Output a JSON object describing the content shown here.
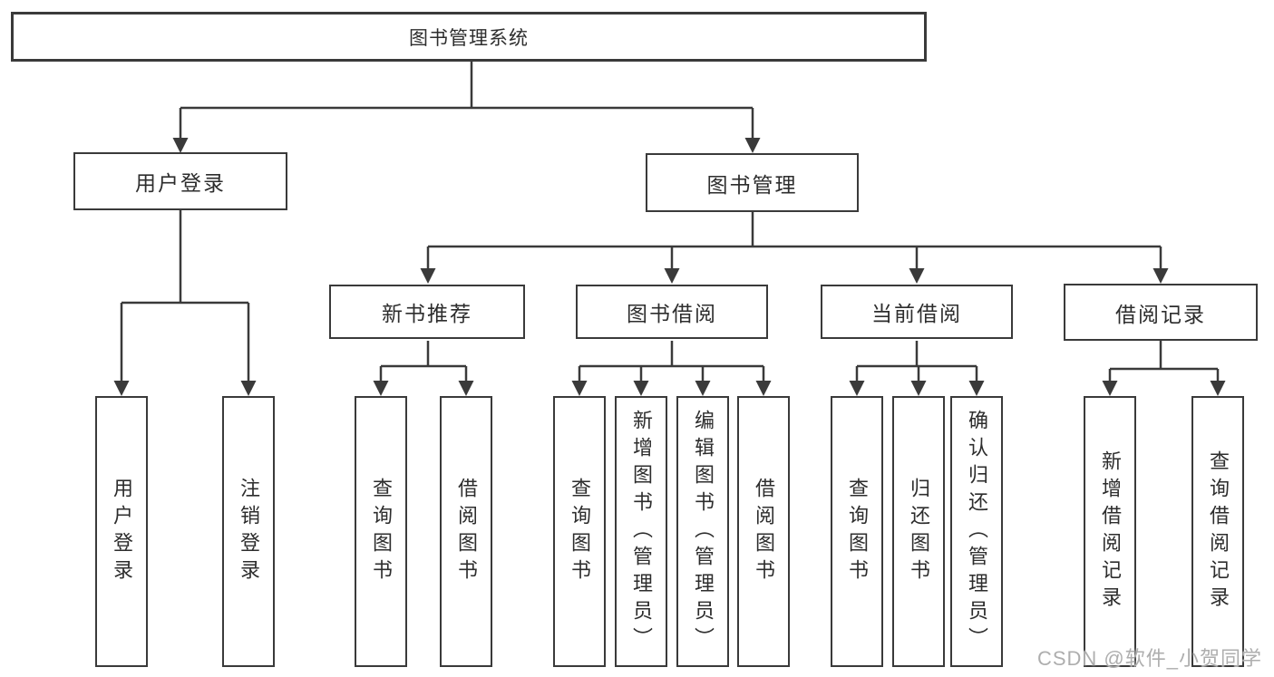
{
  "diagram": {
    "title": "图书管理系统",
    "nodes": {
      "root": {
        "label": "图书管理系统",
        "children": [
          "user_login",
          "book_mgmt"
        ]
      },
      "user_login": {
        "label": "用户登录",
        "children": [
          "leaf_user_login",
          "leaf_logout"
        ]
      },
      "book_mgmt": {
        "label": "图书管理",
        "children": [
          "new_book_rec",
          "book_borrow",
          "current_borrow",
          "borrow_record"
        ]
      },
      "new_book_rec": {
        "label": "新书推荐",
        "children": [
          "leaf_query_book_1",
          "leaf_borrow_book_1"
        ]
      },
      "book_borrow": {
        "label": "图书借阅",
        "children": [
          "leaf_query_book_2",
          "leaf_add_book",
          "leaf_edit_book",
          "leaf_borrow_book_2"
        ]
      },
      "current_borrow": {
        "label": "当前借阅",
        "children": [
          "leaf_query_book_3",
          "leaf_return_book",
          "leaf_confirm_return"
        ]
      },
      "borrow_record": {
        "label": "借阅记录",
        "children": [
          "leaf_add_record",
          "leaf_query_record"
        ]
      },
      "leaf_user_login": {
        "label": "用户登录"
      },
      "leaf_logout": {
        "label": "注销登录"
      },
      "leaf_query_book_1": {
        "label": "查询图书"
      },
      "leaf_borrow_book_1": {
        "label": "借阅图书"
      },
      "leaf_query_book_2": {
        "label": "查询图书"
      },
      "leaf_add_book": {
        "label": "新增图书（管理员）"
      },
      "leaf_edit_book": {
        "label": "编辑图书（管理员）"
      },
      "leaf_borrow_book_2": {
        "label": "借阅图书"
      },
      "leaf_query_book_3": {
        "label": "查询图书"
      },
      "leaf_return_book": {
        "label": "归还图书"
      },
      "leaf_confirm_return": {
        "label": "确认归还（管理员）"
      },
      "leaf_add_record": {
        "label": "新增借阅记录"
      },
      "leaf_query_record": {
        "label": "查询借阅记录"
      }
    },
    "colors": {
      "line": "#3a3a3a",
      "text": "#2d2d2d",
      "background": "#ffffff",
      "watermark": "#aeaeae"
    }
  },
  "watermark": {
    "text": "CSDN @软件_小贺同学"
  }
}
